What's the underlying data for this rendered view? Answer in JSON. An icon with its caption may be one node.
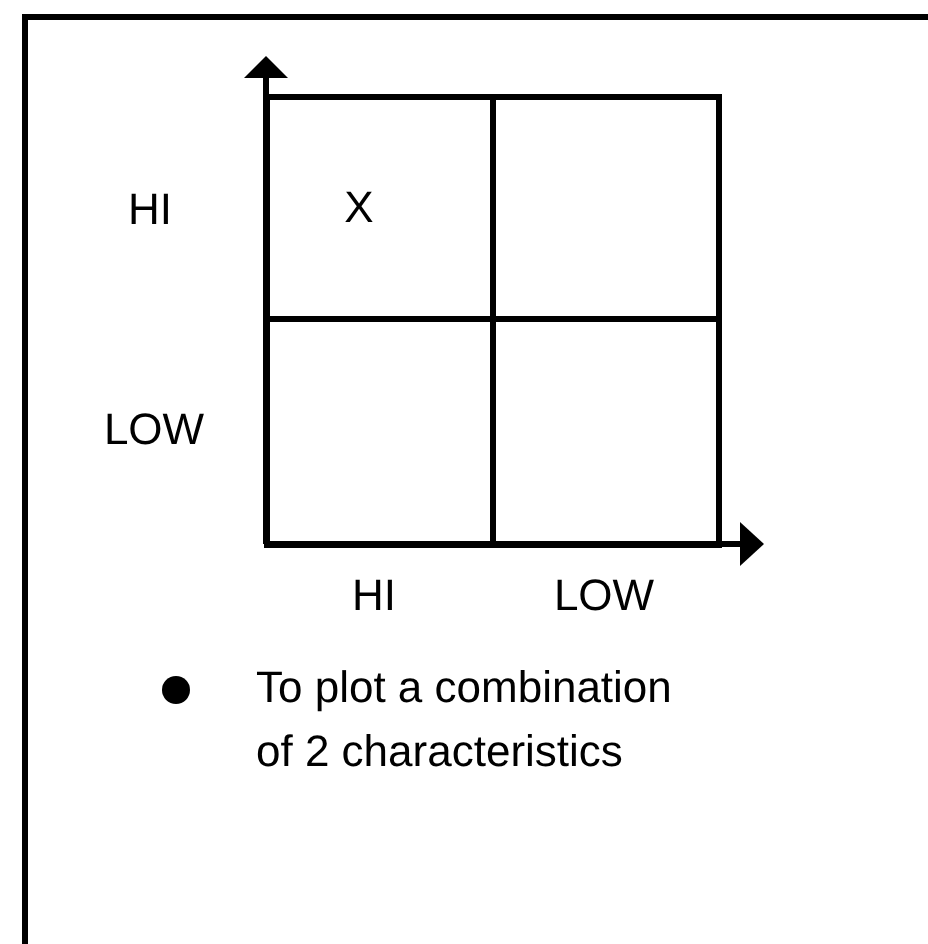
{
  "diagram": {
    "nodes": [
      {
        "text": [
          "X"
        ]
      },
      {
        "text": [],
        "shape": "box"
      },
      {
        "text": [],
        "shape": "box"
      },
      {
        "text": [],
        "shape": "box"
      }
    ],
    "labels": [
      "HI",
      "LOW",
      "HI",
      "LOW",
      "To plot a combination of 2 characteristics"
    ]
  }
}
